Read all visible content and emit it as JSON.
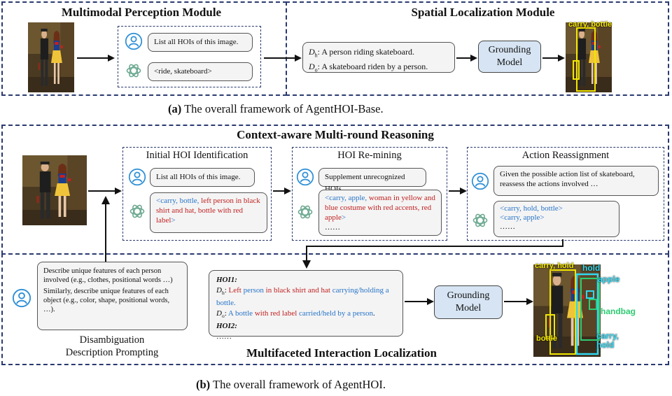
{
  "panel_a": {
    "perception_title": "Multimodal Perception Module",
    "spatial_title": "Spatial Localization Module",
    "user_msg": "List all HOIs of this image.",
    "gpt_msg": "<ride, skateboard>",
    "desc_h_label": "D",
    "desc_h_sub": "h",
    "desc_h_text": ": A person riding skateboard.",
    "desc_o_label": "D",
    "desc_o_sub": "o",
    "desc_o_text": ": A skateboard riden by a person.",
    "grounding": "Grounding Model",
    "det_label": "carry, bottle",
    "caption_label": "(a)",
    "caption_text": " The overall framework of AgentHOI-Base."
  },
  "panel_b": {
    "reasoning_title": "Context-aware Multi-round Reasoning",
    "step1_title": "Initial HOI Identification",
    "step1_user": "List all HOIs of this image.",
    "step1_gpt_p1": "<carry, bottle, ",
    "step1_gpt_p2": "left person in black shirt and hat, bottle with red label",
    "step1_gpt_p3": ">",
    "step2_title": "HOI Re-mining",
    "step2_user": "Supplement unrecognized HOIs.",
    "step2_gpt_p1": "<carry, apple, ",
    "step2_gpt_p2": "woman in yellow and blue costume with red accents, red apple",
    "step2_gpt_p3": ">",
    "step2_gpt_more": "……",
    "step3_title": "Action Reassignment",
    "step3_user": "Given the possible action list of skateboard, reassess the actions involved …",
    "step3_gpt_l1": "<carry, hold, bottle>",
    "step3_gpt_l2": "<carry, apple>",
    "step3_gpt_more": "……",
    "prompt_p1": "Describe unique features of each person involved (e.g., clothes, positional words …)",
    "prompt_p2": "Similarly, describe unique features of each object (e.g., color, shape, positional words, …).",
    "prompt_label": "Disambiguation Description Prompting",
    "hoi1_label": "HOI1:",
    "hoi1_dh_label": "D",
    "hoi1_dh_sub": "h",
    "hoi1_dh_sep": ": ",
    "hoi1_dh_a": "Left ",
    "hoi1_dh_b": "person",
    "hoi1_dh_c": " in black shirt and hat ",
    "hoi1_dh_d": "carrying/holding",
    "hoi1_dh_e": " a bottle.",
    "hoi1_do_label": "D",
    "hoi1_do_sub": "o",
    "hoi1_do_sep": ": ",
    "hoi1_do_a": "A ",
    "hoi1_do_b": "bottle",
    "hoi1_do_c": " with red label ",
    "hoi1_do_d": "carried/held by a person",
    "hoi1_do_e": ".",
    "hoi2_label": "HOI2:",
    "hoi_more": "……",
    "grounding": "Grounding Model",
    "localization_title": "Multifaceted Interaction Localization",
    "det_carry_hold": "carry, hold",
    "det_hold": "hold",
    "det_apple": "apple",
    "det_handbag": "handbag",
    "det_carry_hold2": "carry, hold",
    "det_bottle": "bottle",
    "caption_label": "(b)",
    "caption_text": " The overall framework of AgentHOI."
  },
  "colors": {
    "panel_border": "#2a3a70",
    "user_icon": "#2e8fd6",
    "gpt_icon": "#6aa88f",
    "grounding_fill": "#d6e4f3",
    "highlight_red": "#c02020",
    "highlight_blue": "#2673c8",
    "det_yellow": "#f2e600",
    "det_cyan": "#32d7f0",
    "det_green": "#2ecc71"
  }
}
